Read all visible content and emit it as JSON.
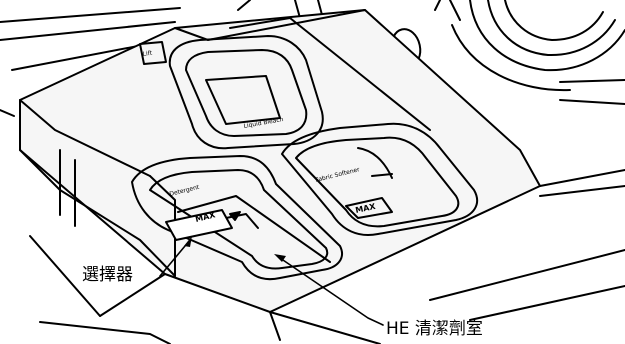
{
  "callouts": {
    "selector": "選擇器",
    "he_compartment": "HE 清潔劑室"
  },
  "panel_text": {
    "liquid_bleach": "Liquid Bleach",
    "fabric_softener": "Fabric Softener",
    "detergent": "Detergent",
    "max_left": "MAX",
    "max_right": "MAX",
    "lid_tag": "Lift"
  },
  "colors": {
    "line": "#000000",
    "background": "#ffffff",
    "panel": "#f6f6f6"
  }
}
